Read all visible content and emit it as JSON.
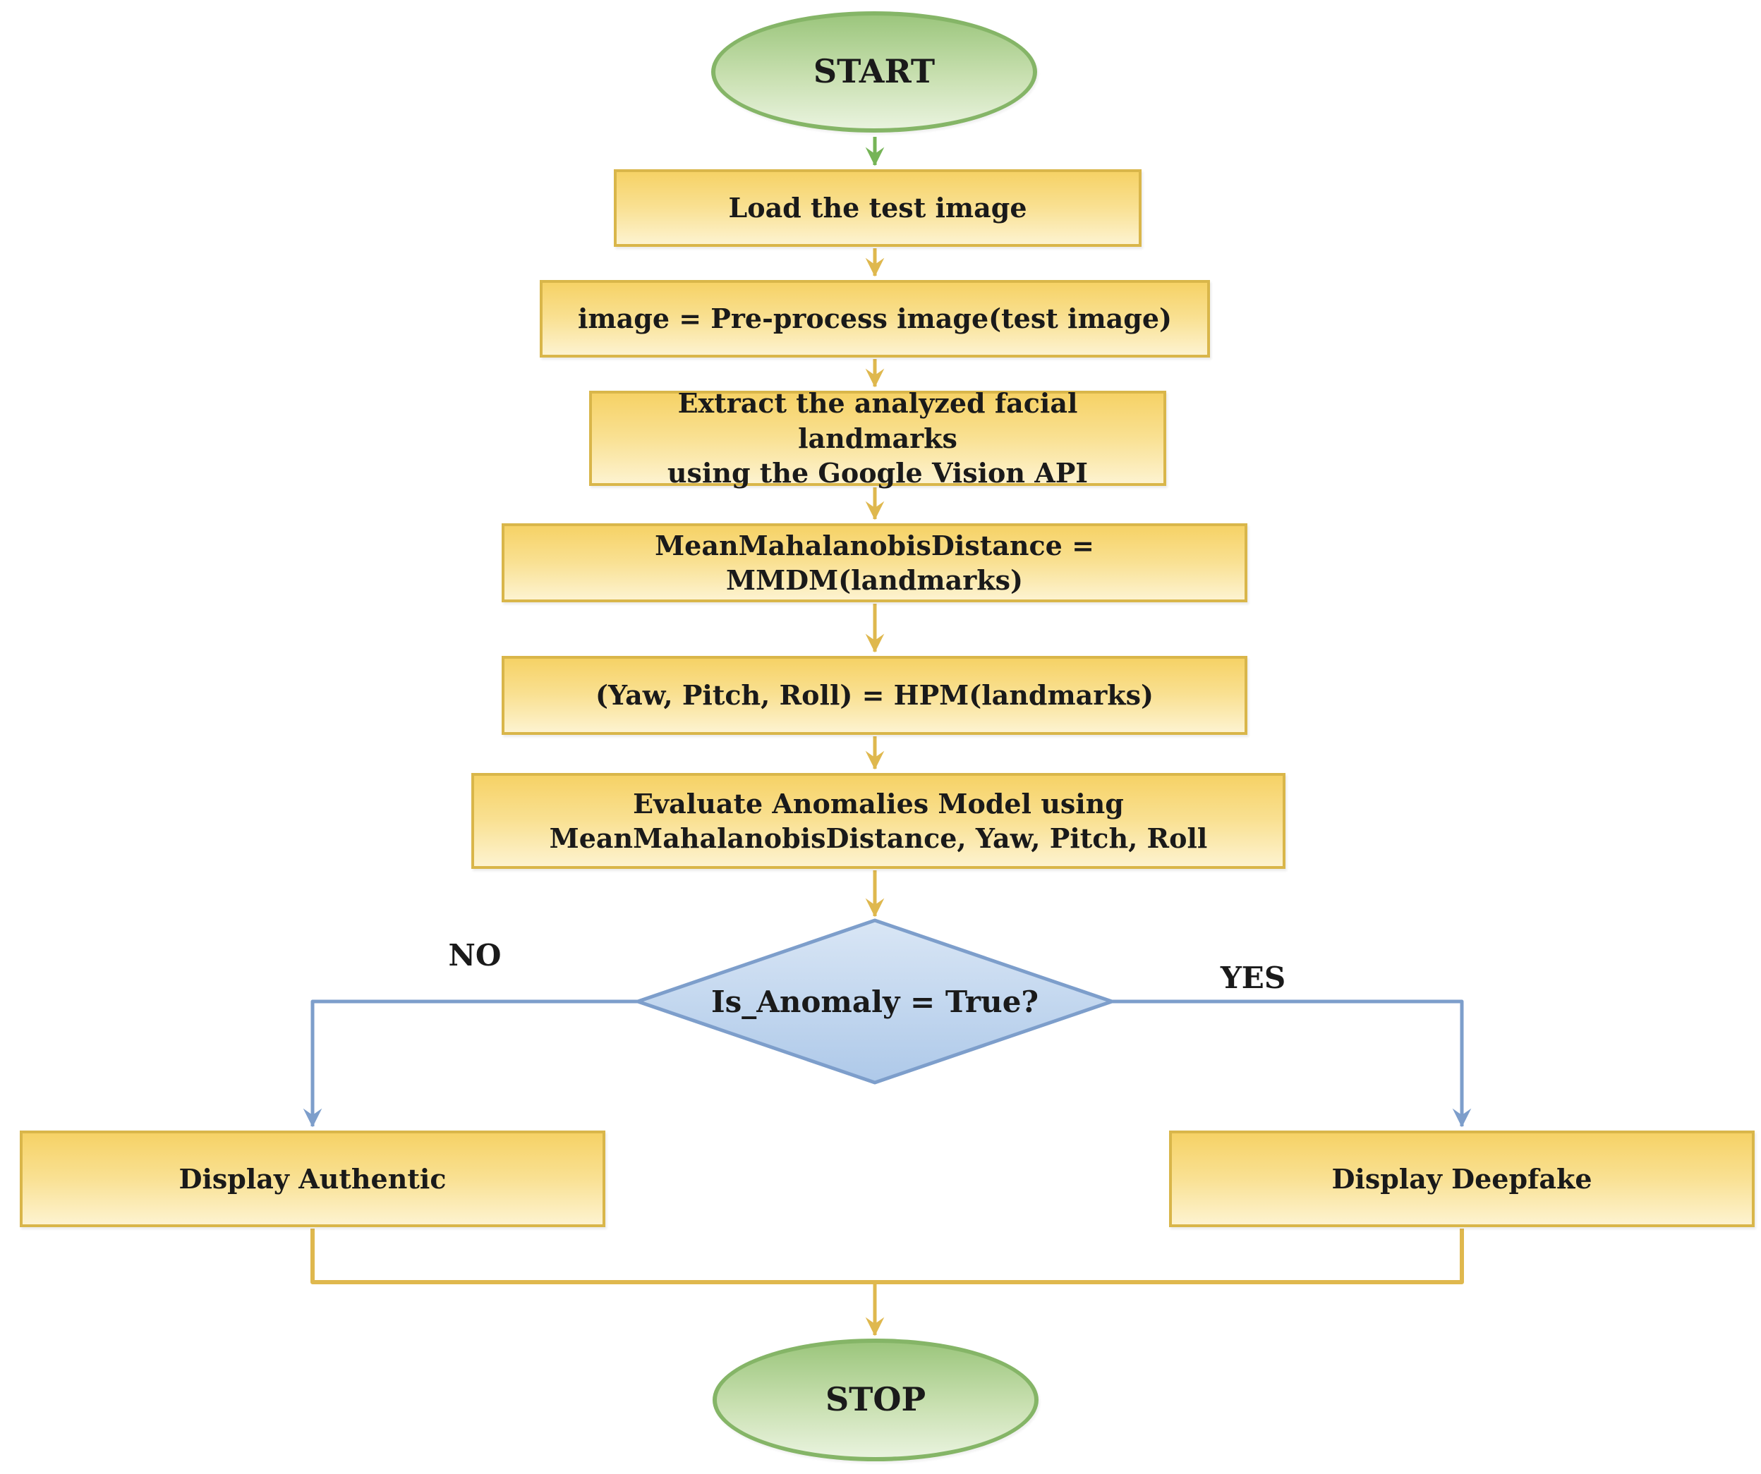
{
  "colors": {
    "green_border": "#85b567",
    "green_top": "#9cc67d",
    "green_mid": "#c9e0b1",
    "green_bottom": "#e9f3de",
    "yellow_top": "#f6d266",
    "yellow_mid": "#f9e091",
    "yellow_bottom": "#fdf3d0",
    "gold_border": "#d9b64a",
    "gold_line": "#dfb84e",
    "green_line": "#76b457",
    "blue_line": "#7d9ecb",
    "diamond_top": "#d9e6f5",
    "diamond_bottom": "#aec9e9",
    "text": "#1a1a1a"
  },
  "nodes": {
    "start": {
      "label": "START",
      "type": "terminal"
    },
    "load_image": {
      "label": "Load the test image",
      "type": "process"
    },
    "preprocess": {
      "label": "image = Pre-process image(test image)",
      "type": "process"
    },
    "extract_landmarks": {
      "label": "Extract the analyzed facial landmarks\nusing the Google Vision API",
      "type": "process"
    },
    "mmdm": {
      "label": "MeanMahalanobisDistance = MMDM(landmarks)",
      "type": "process"
    },
    "hpm": {
      "label": "(Yaw, Pitch, Roll) = HPM(landmarks)",
      "type": "process"
    },
    "evaluate_model": {
      "label": "Evaluate Anomalies Model using\nMeanMahalanobisDistance, Yaw, Pitch, Roll",
      "type": "process"
    },
    "decision": {
      "label": "Is_Anomaly = True?",
      "type": "decision"
    },
    "display_authentic": {
      "label": "Display Authentic",
      "type": "process"
    },
    "display_deepfake": {
      "label": "Display Deepfake",
      "type": "process"
    },
    "stop": {
      "label": "STOP",
      "type": "terminal"
    }
  },
  "branches": {
    "no_label": "NO",
    "yes_label": "YES"
  }
}
